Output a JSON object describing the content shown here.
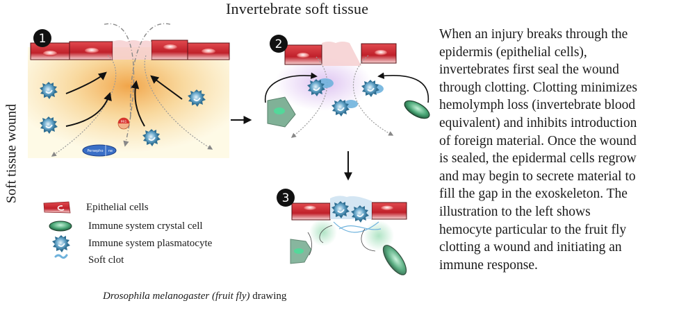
{
  "title": "Invertebrate soft tissue",
  "side_label": "Soft tissue wound",
  "panels": [
    {
      "step": "1",
      "molecule_labels": [
        "PR1",
        "Persepho",
        "ne"
      ]
    },
    {
      "step": "2"
    },
    {
      "step": "3"
    }
  ],
  "legend": [
    {
      "icon": "epithelial-cell-icon",
      "label": "Epithelial cells"
    },
    {
      "icon": "crystal-cell-icon",
      "label": "Immune system crystal cell"
    },
    {
      "icon": "plasmatocyte-icon",
      "label": "Immune system plasmatocyte"
    },
    {
      "icon": "soft-clot-icon",
      "label": "Soft clot"
    }
  ],
  "caption": {
    "italic": "Drosophila melanogaster (fruit fly)",
    "normal": " drawing"
  },
  "description_lines": [
    "When an injury breaks through the",
    "epidermis (epithelial cells),",
    "invertebrates first seal the wound",
    "through clotting. Clotting minimizes",
    "hemolymph loss (invertebrate blood",
    "equivalent) and inhibits introduction",
    "of foreign material. Once the wound",
    "is sealed, the epidermal cells regrow",
    "and may begin to secrete material to",
    "fill the gap in the exoskeleton. The",
    "illustration to the left shows",
    "hemocyte particular to the fruit fly",
    "clotting a wound and initiating an",
    "immune response."
  ],
  "colors": {
    "epithelial": "#c8232c",
    "crystal_cell": "#3f9a6a",
    "plasmatocyte": "#4a93b8",
    "clot": "#6fb3dd",
    "wound_glow": "#f2a64a",
    "step_badge": "#111111"
  }
}
